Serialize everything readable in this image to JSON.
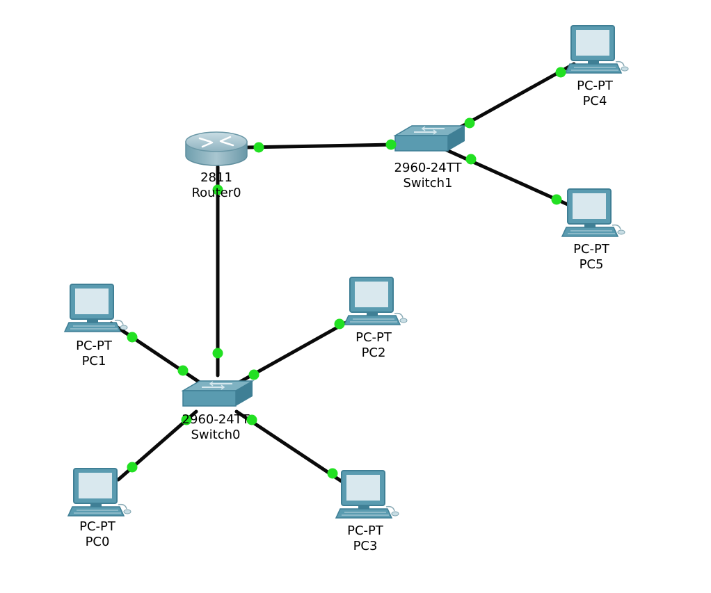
{
  "colors": {
    "link": "#0a0a0a",
    "port_up": "#22e022",
    "device_body": "#5a9bb0",
    "device_dark": "#3f7f95",
    "screen": "#d9e8ee",
    "label": "#000000"
  },
  "devices": [
    {
      "id": "router0",
      "kind": "router",
      "icon": "router-icon",
      "model": "2811",
      "name": "Router0"
    },
    {
      "id": "switch1",
      "kind": "switch",
      "icon": "switch-icon",
      "model": "2960-24TT",
      "name": "Switch1"
    },
    {
      "id": "switch0",
      "kind": "switch",
      "icon": "switch-icon",
      "model": "2960-24TT",
      "name": "Switch0"
    },
    {
      "id": "pc4",
      "kind": "pc",
      "icon": "pc-icon",
      "model": "PC-PT",
      "name": "PC4"
    },
    {
      "id": "pc5",
      "kind": "pc",
      "icon": "pc-icon",
      "model": "PC-PT",
      "name": "PC5"
    },
    {
      "id": "pc1",
      "kind": "pc",
      "icon": "pc-icon",
      "model": "PC-PT",
      "name": "PC1"
    },
    {
      "id": "pc2",
      "kind": "pc",
      "icon": "pc-icon",
      "model": "PC-PT",
      "name": "PC2"
    },
    {
      "id": "pc0",
      "kind": "pc",
      "icon": "pc-icon",
      "model": "PC-PT",
      "name": "PC0"
    },
    {
      "id": "pc3",
      "kind": "pc",
      "icon": "pc-icon",
      "model": "PC-PT",
      "name": "PC3"
    }
  ],
  "links": [
    {
      "from": "router0",
      "to": "switch1",
      "status": "up"
    },
    {
      "from": "router0",
      "to": "switch0",
      "status": "up"
    },
    {
      "from": "switch1",
      "to": "pc4",
      "status": "up"
    },
    {
      "from": "switch1",
      "to": "pc5",
      "status": "up"
    },
    {
      "from": "switch0",
      "to": "pc1",
      "status": "up"
    },
    {
      "from": "switch0",
      "to": "pc2",
      "status": "up"
    },
    {
      "from": "switch0",
      "to": "pc0",
      "status": "up"
    },
    {
      "from": "switch0",
      "to": "pc3",
      "status": "up"
    }
  ]
}
